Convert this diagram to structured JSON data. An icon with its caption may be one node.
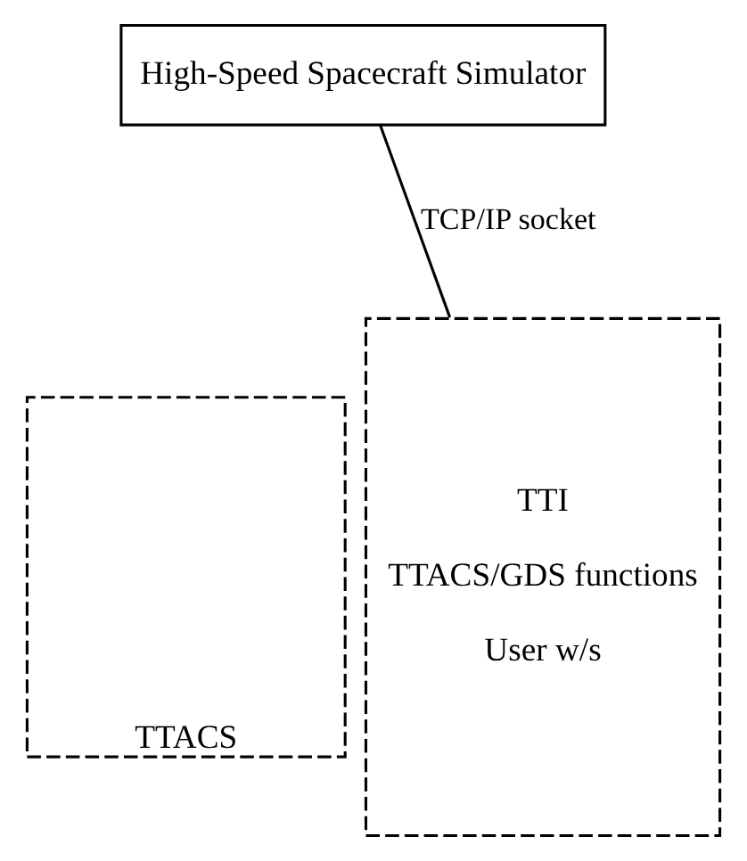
{
  "diagram": {
    "nodes": [
      {
        "text": [
          "High-Speed Spacecraft Simulator"
        ]
      },
      {
        "text": [
          "TTACS"
        ]
      },
      {
        "text": [
          "TTI",
          "TTACS/GDS functions",
          "User w/s"
        ]
      }
    ],
    "edges": [
      {
        "from": 0,
        "to": 2,
        "arrow": "none",
        "label": "TCP/IP socket"
      }
    ]
  }
}
